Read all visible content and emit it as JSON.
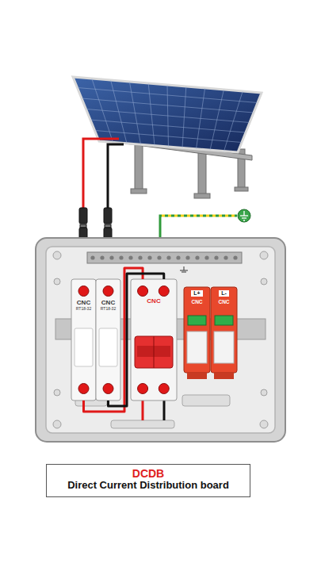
{
  "diagram": {
    "nodes": [
      {
        "text": [
          "DCDB",
          "Direct Current Distribution board"
        ]
      },
      {
        "text": [
          "CNC",
          "RT18-32"
        ]
      },
      {
        "text": [
          "CNC",
          "RT18-32"
        ]
      },
      {
        "text": [
          "CNC"
        ]
      },
      {
        "text": [
          "L+",
          "CNC"
        ]
      },
      {
        "text": [
          "L-",
          "CNC"
        ]
      }
    ],
    "edges": [
      {
        "from": 1,
        "to": 3,
        "arrow": "none"
      },
      {
        "from": 2,
        "to": 3,
        "arrow": "none"
      }
    ]
  }
}
